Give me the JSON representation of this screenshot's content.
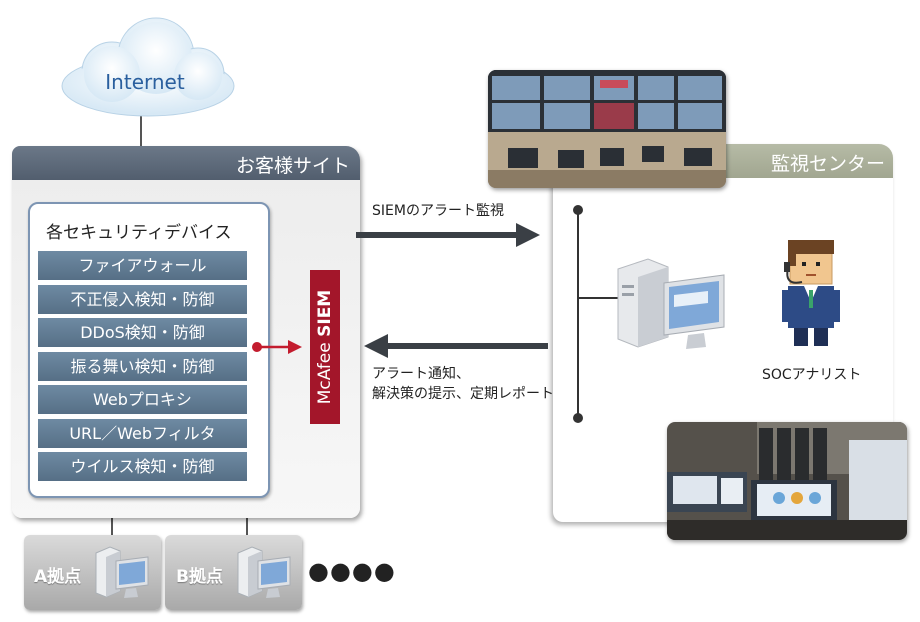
{
  "internet": {
    "label": "Internet"
  },
  "customer_site": {
    "title": "お客様サイト",
    "devices_title": "各セキュリティデバイス",
    "devices": [
      "ファイアウォール",
      "不正侵入検知・防御",
      "DDoS検知・防御",
      "振る舞い検知・防御",
      "Webプロキシ",
      "URL／Webフィルタ",
      "ウイルス検知・防御"
    ],
    "siem_brand": "McAfee",
    "siem_product": "SIEM"
  },
  "monitoring_center": {
    "title": "監視センター",
    "analyst_label": "SOCアナリスト"
  },
  "flows": {
    "to_center": "SIEMのアラート監視",
    "to_customer_line1": "アラート通知、",
    "to_customer_line2": "解決策の提示、定期レポート"
  },
  "branches": [
    "A拠点",
    "B拠点"
  ],
  "more_indicator": "●●●●",
  "colors": {
    "site_header": "#5f6b7b",
    "device_item": "#627d96",
    "siem_red": "#a3162a",
    "center_header": "#aab09a",
    "internet_text": "#2a5f9e"
  }
}
